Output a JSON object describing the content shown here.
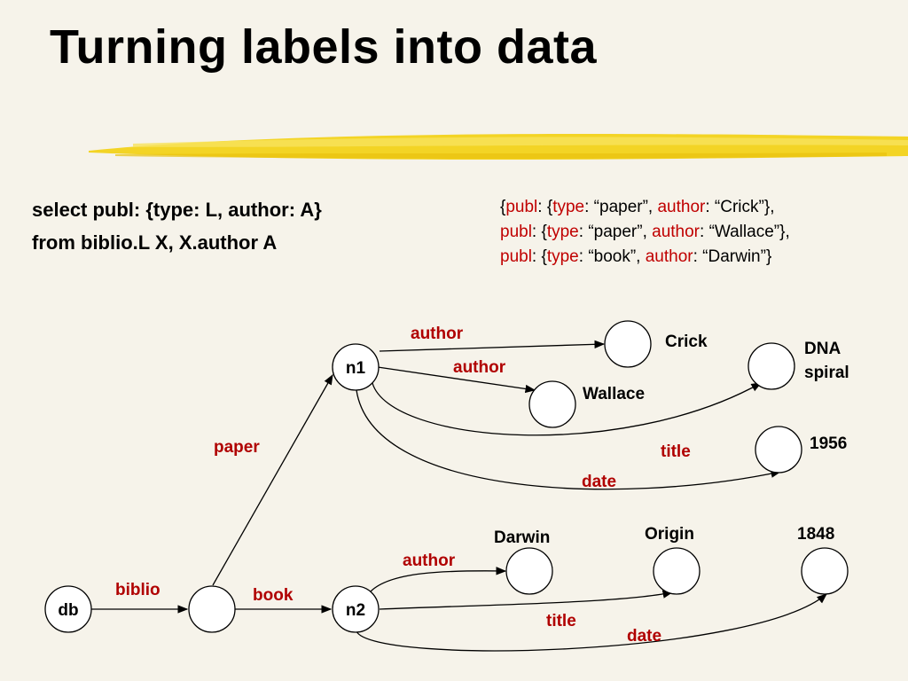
{
  "slide": {
    "title": "Turning labels into data"
  },
  "query": {
    "line1": "select publ: {type: L, author: A}",
    "line2": "from biblio.L X, X.author A"
  },
  "result": {
    "rows": [
      {
        "publ": "publ",
        "type": "type",
        "type_val": "“paper”",
        "author": "author",
        "author_val": "“Crick”",
        "tail": "},"
      },
      {
        "publ": "publ",
        "type": "type",
        "type_val": "“paper”",
        "author": "author",
        "author_val": "“Wallace”",
        "tail": "},"
      },
      {
        "publ": "publ",
        "type": "type",
        "type_val": "“book”",
        "author": "author",
        "author_val": "“Darwin”",
        "tail": "}"
      }
    ]
  },
  "graph": {
    "nodes": {
      "db": "db",
      "n1": "n1",
      "n2": "n2"
    },
    "edges": {
      "biblio": "biblio",
      "paper": "paper",
      "book": "book",
      "n1_author_1": "author",
      "n1_author_2": "author",
      "n1_title": "title",
      "n1_date": "date",
      "n2_author": "author",
      "n2_title": "title",
      "n2_date": "date"
    },
    "values": {
      "crick": "Crick",
      "wallace": "Wallace",
      "dna_line1": "DNA",
      "dna_line2": "spiral",
      "year_1956": "1956",
      "darwin": "Darwin",
      "origin": "Origin",
      "year_1848": "1848"
    }
  },
  "colors": {
    "background": "#f6f3ea",
    "keyword": "#c00000",
    "highlighter": "#f2d21a"
  }
}
